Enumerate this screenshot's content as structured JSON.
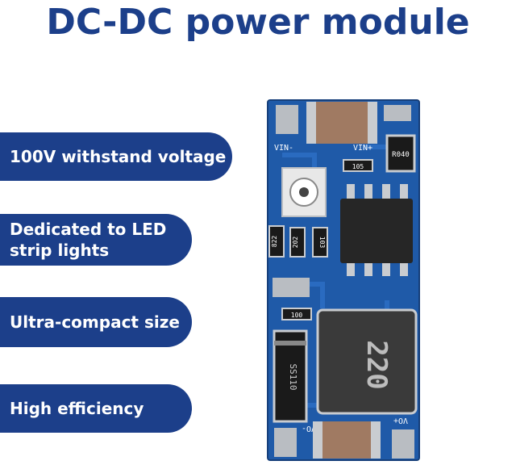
{
  "title": "DC-DC power module",
  "features": [
    "100V withstand voltage",
    "Dedicated to LED strip lights",
    "Ultra-compact size",
    "High efficiency"
  ],
  "board": {
    "pin_vin_minus": "VIN-",
    "pin_vin_plus": "VIN+",
    "pin_vo_minus": "VO-",
    "pin_vo_plus": "VO+",
    "resistor_main": "R040",
    "code_105": "105",
    "code_822": "822",
    "code_202": "202",
    "code_103": "103",
    "code_100": "100",
    "diode_label": "SS110",
    "inductor_label": "220"
  },
  "colors": {
    "brand_blue": "#1c3f8a",
    "pcb_blue": "#1f5aa8",
    "pad_silver": "#b9bdc2"
  }
}
